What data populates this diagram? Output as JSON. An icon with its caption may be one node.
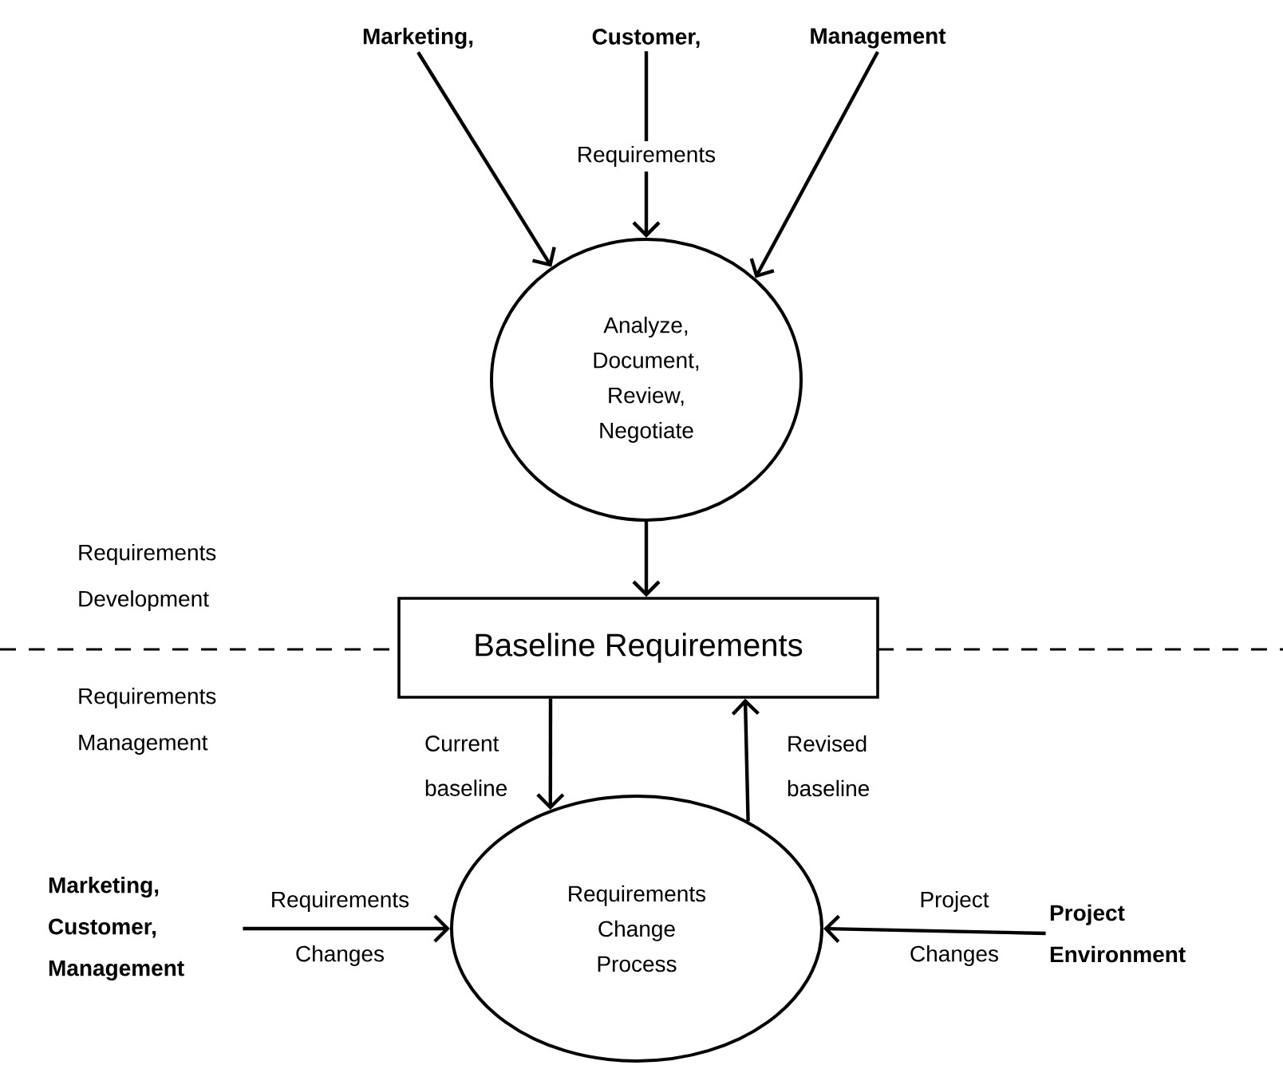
{
  "diagram": {
    "nodes": [
      {
        "text": [
          "Marketing,"
        ]
      },
      {
        "text": [
          "Customer,"
        ]
      },
      {
        "text": [
          "Management"
        ]
      },
      {
        "text": [
          "Analyze, Document, Review, Negotiate"
        ]
      },
      {
        "text": [
          "Baseline Requirements"
        ]
      },
      {
        "text": [
          "Requirements Change Process"
        ]
      },
      {
        "text": [
          "Marketing, Customer, Management"
        ]
      },
      {
        "text": [
          "Project Environment"
        ]
      }
    ],
    "edges": [
      {
        "from": 0,
        "to": 3,
        "arrow": "to"
      },
      {
        "from": 1,
        "to": 3,
        "arrow": "to",
        "label": "Requirements"
      },
      {
        "from": 2,
        "to": 3,
        "arrow": "to"
      },
      {
        "from": 3,
        "to": 4,
        "arrow": "to"
      },
      {
        "from": 4,
        "to": 5,
        "arrow": "to",
        "label": "Current baseline"
      },
      {
        "from": 5,
        "to": 4,
        "arrow": "to",
        "label": "Revised baseline"
      },
      {
        "from": 6,
        "to": 5,
        "arrow": "to",
        "label": "Requirements Changes"
      },
      {
        "from": 7,
        "to": 5,
        "arrow": "to",
        "label": "Project Changes"
      }
    ],
    "labels": [
      "Requirements Development",
      "Requirements Management"
    ]
  }
}
